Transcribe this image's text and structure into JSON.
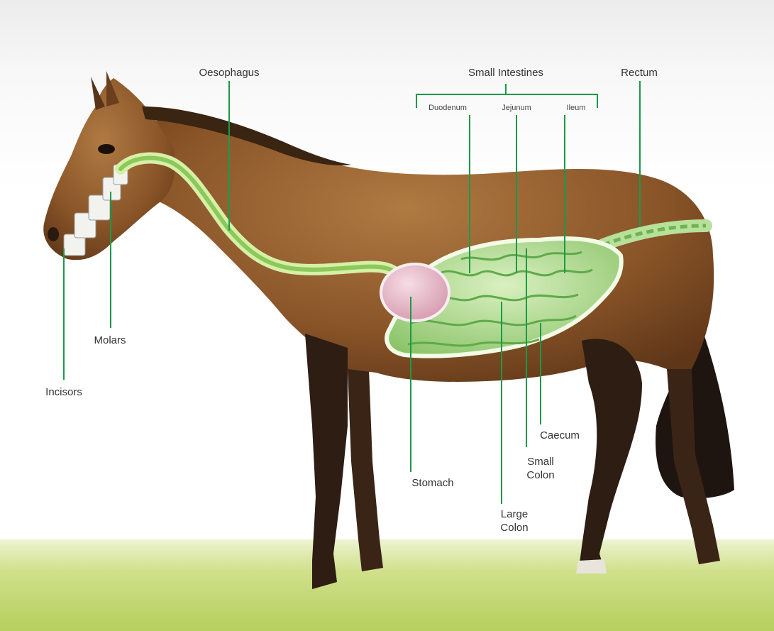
{
  "labels": {
    "oesophagus": "Oesophagus",
    "small_intestines": "Small Intestines",
    "duodenum": "Duodenum",
    "jejunum": "Jejunum",
    "ileum": "Ileum",
    "rectum": "Rectum",
    "molars": "Molars",
    "incisors": "Incisors",
    "stomach": "Stomach",
    "large_colon": "Large\nColon",
    "small_colon": "Small\nColon",
    "caecum": "Caecum"
  },
  "colors": {
    "leader_line": "#1a9a4a",
    "oesophagus_tube": "#b5e07a",
    "stomach": "#e6b9c6",
    "intestine": "#a9d98c",
    "intestine_dark": "#5faa4a",
    "horse_coat": "#8a5528",
    "horse_legs": "#2a1b12",
    "grass": "#c7d97a"
  }
}
